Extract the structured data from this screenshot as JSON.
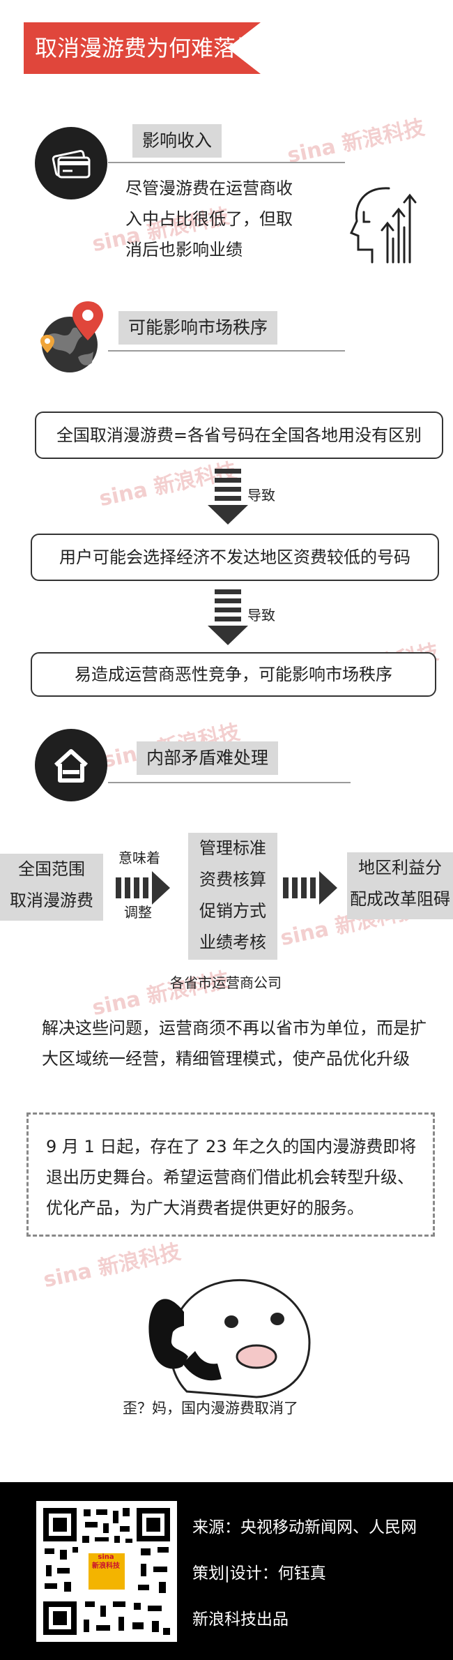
{
  "title": "取消漫游费为何难落地？",
  "watermark": "sina 新浪科技",
  "section1": {
    "label": "影响收入",
    "text_lines": [
      "尽管漫游费在运营商收",
      "入中占比很低了，但取",
      "消后也影响业绩"
    ],
    "icon": "credit-card-icon",
    "side_icon": "head-growth-arrows-icon"
  },
  "section2": {
    "label": "可能影响市场秩序",
    "icon": "globe-location-pin-icon",
    "flow": [
      "全国取消漫游费=各省号码在全国各地用没有区别",
      "用户可能会选择经济不发达地区资费较低的号码",
      "易造成运营商恶性竞争，可能影响市场秩序"
    ],
    "lead_label": "导致"
  },
  "section3": {
    "label": "内部矛盾难处理",
    "icon": "house-icon",
    "left_box": [
      "全国范围",
      "取消漫游费"
    ],
    "arrow_top": "意味着",
    "arrow_bottom": "调整",
    "middle_box": [
      "管理标准",
      "资费核算",
      "促销方式",
      "业绩考核"
    ],
    "middle_caption": "各省市运营商公司",
    "right_box": [
      "地区利益分",
      "配成改革阻碍"
    ],
    "conclusion_lines": [
      "解决这些问题，运营商须不再以省市为单位，而是扩",
      "大区域统一经营，精细管理模式，使产品优化升级"
    ]
  },
  "notice": {
    "lines": [
      "9 月 1 日起，存在了 23 年之久的国内漫游费即将",
      "退出历史舞台。希望运营商们借此机会转型升级、",
      "优化产品，为广大消费者提供更好的服务。"
    ]
  },
  "meme": {
    "caption": "歪？妈，国内漫游费取消了",
    "icon": "phone-call-meme-icon"
  },
  "footer": {
    "source": "来源：央视移动新闻网、人民网",
    "credit": "策划|设计：何钰真",
    "publisher": "新浪科技出品",
    "qr_logo_line1": "sina",
    "qr_logo_line2": "新浪科技"
  },
  "colors": {
    "accent": "#e0463b",
    "dark": "#1f1f1f",
    "grey": "#d9d9d9"
  }
}
